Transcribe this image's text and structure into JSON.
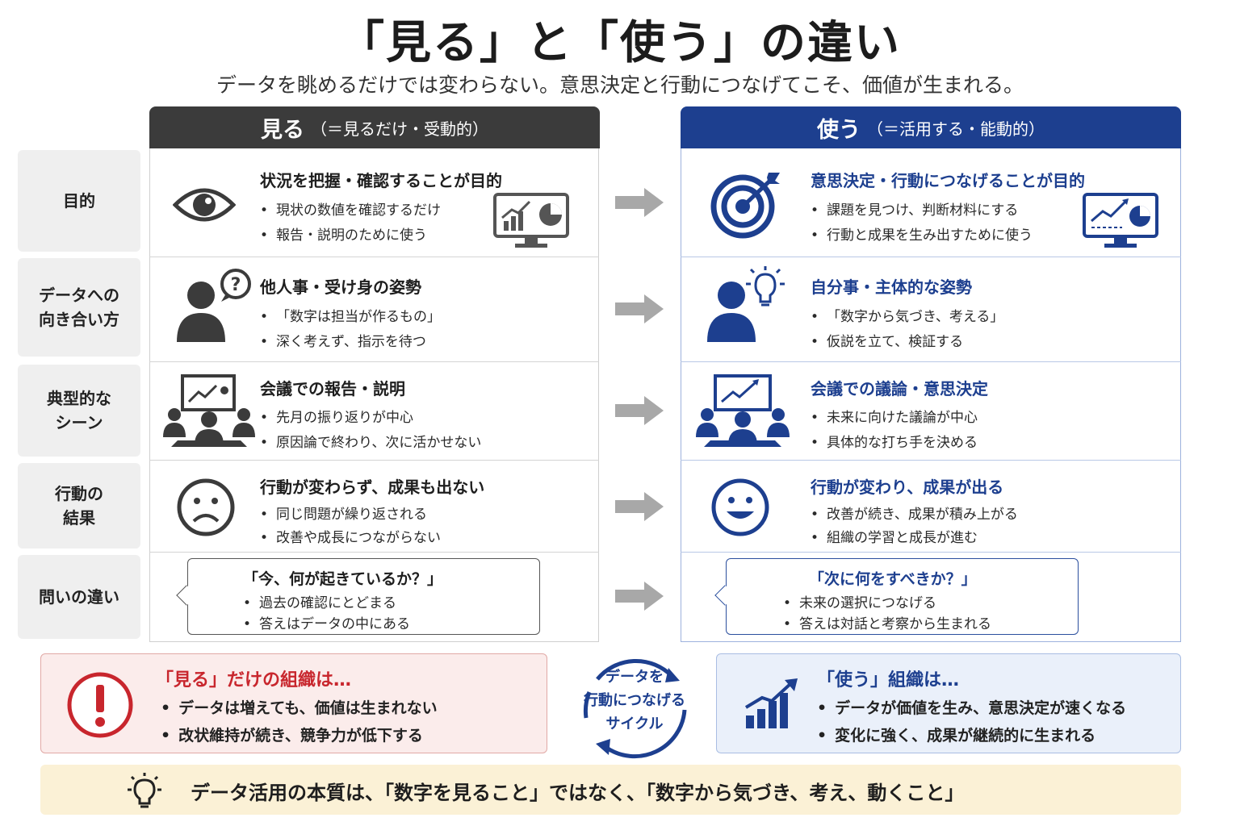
{
  "title": "「見る」と「使う」の違い",
  "subtitle": "データを眺めるだけでは変わらない。意思決定と行動につなげてこそ、価値が生まれる。",
  "columns": {
    "left": {
      "label": "見る",
      "sub": "（＝見るだけ・受動的）"
    },
    "right": {
      "label": "使う",
      "sub": "（＝活用する・能動的）"
    }
  },
  "rows": [
    {
      "label": "目的",
      "left": {
        "head": "状況を把握・確認することが目的",
        "bullets": [
          "現状の数値を確認するだけ",
          "報告・説明のために使う"
        ]
      },
      "right": {
        "head": "意思決定・行動につなげることが目的",
        "bullets": [
          "課題を見つけ、判断材料にする",
          "行動と成果を生み出すために使う"
        ]
      }
    },
    {
      "label": "データへの\n向き合い方",
      "left": {
        "head": "他人事・受け身の姿勢",
        "bullets": [
          "「数字は担当が作るもの」",
          "深く考えず、指示を待つ"
        ]
      },
      "right": {
        "head": "自分事・主体的な姿勢",
        "bullets": [
          "「数字から気づき、考える」",
          "仮説を立て、検証する"
        ]
      }
    },
    {
      "label": "典型的な\nシーン",
      "left": {
        "head": "会議での報告・説明",
        "bullets": [
          "先月の振り返りが中心",
          "原因論で終わり、次に活かせない"
        ]
      },
      "right": {
        "head": "会議での議論・意思決定",
        "bullets": [
          "未来に向けた議論が中心",
          "具体的な打ち手を決める"
        ]
      }
    },
    {
      "label": "行動の\n結果",
      "left": {
        "head": "行動が変わらず、成果も出ない",
        "bullets": [
          "同じ問題が繰り返される",
          "改善や成長につながらない"
        ]
      },
      "right": {
        "head": "行動が変わり、成果が出る",
        "bullets": [
          "改善が続き、成果が積み上がる",
          "組織の学習と成長が進む"
        ]
      }
    },
    {
      "label": "問いの違い",
      "left": {
        "head": "「今、何が起きているか？」",
        "bullets": [
          "過去の確認にとどまる",
          "答えはデータの中にある"
        ]
      },
      "right": {
        "head": "「次に何をすべきか？」",
        "bullets": [
          "未来の選択につなげる",
          "答えは対話と考察から生まれる"
        ]
      }
    }
  ],
  "warning": {
    "title": "「見る」だけの組織は…",
    "bullets": [
      "データは増えても、価値は生まれない",
      "改状維持が続き、競争力が低下する"
    ]
  },
  "cycle": "データを\n行動につなげる\nサイクル",
  "good": {
    "title": "「使う」組織は…",
    "bullets": [
      "データが価値を生み、意思決定が速くなる",
      "変化に強く、成果が継続的に生まれる"
    ]
  },
  "footer": "データ活用の本質は、「数字を見ること」ではなく、「数字から気づき、考え、動くこと」",
  "colors": {
    "dark": "#3b3b3b",
    "accent": "#1d3f8f",
    "warn": "#c8262d",
    "arrow": "#a8a8a8"
  }
}
